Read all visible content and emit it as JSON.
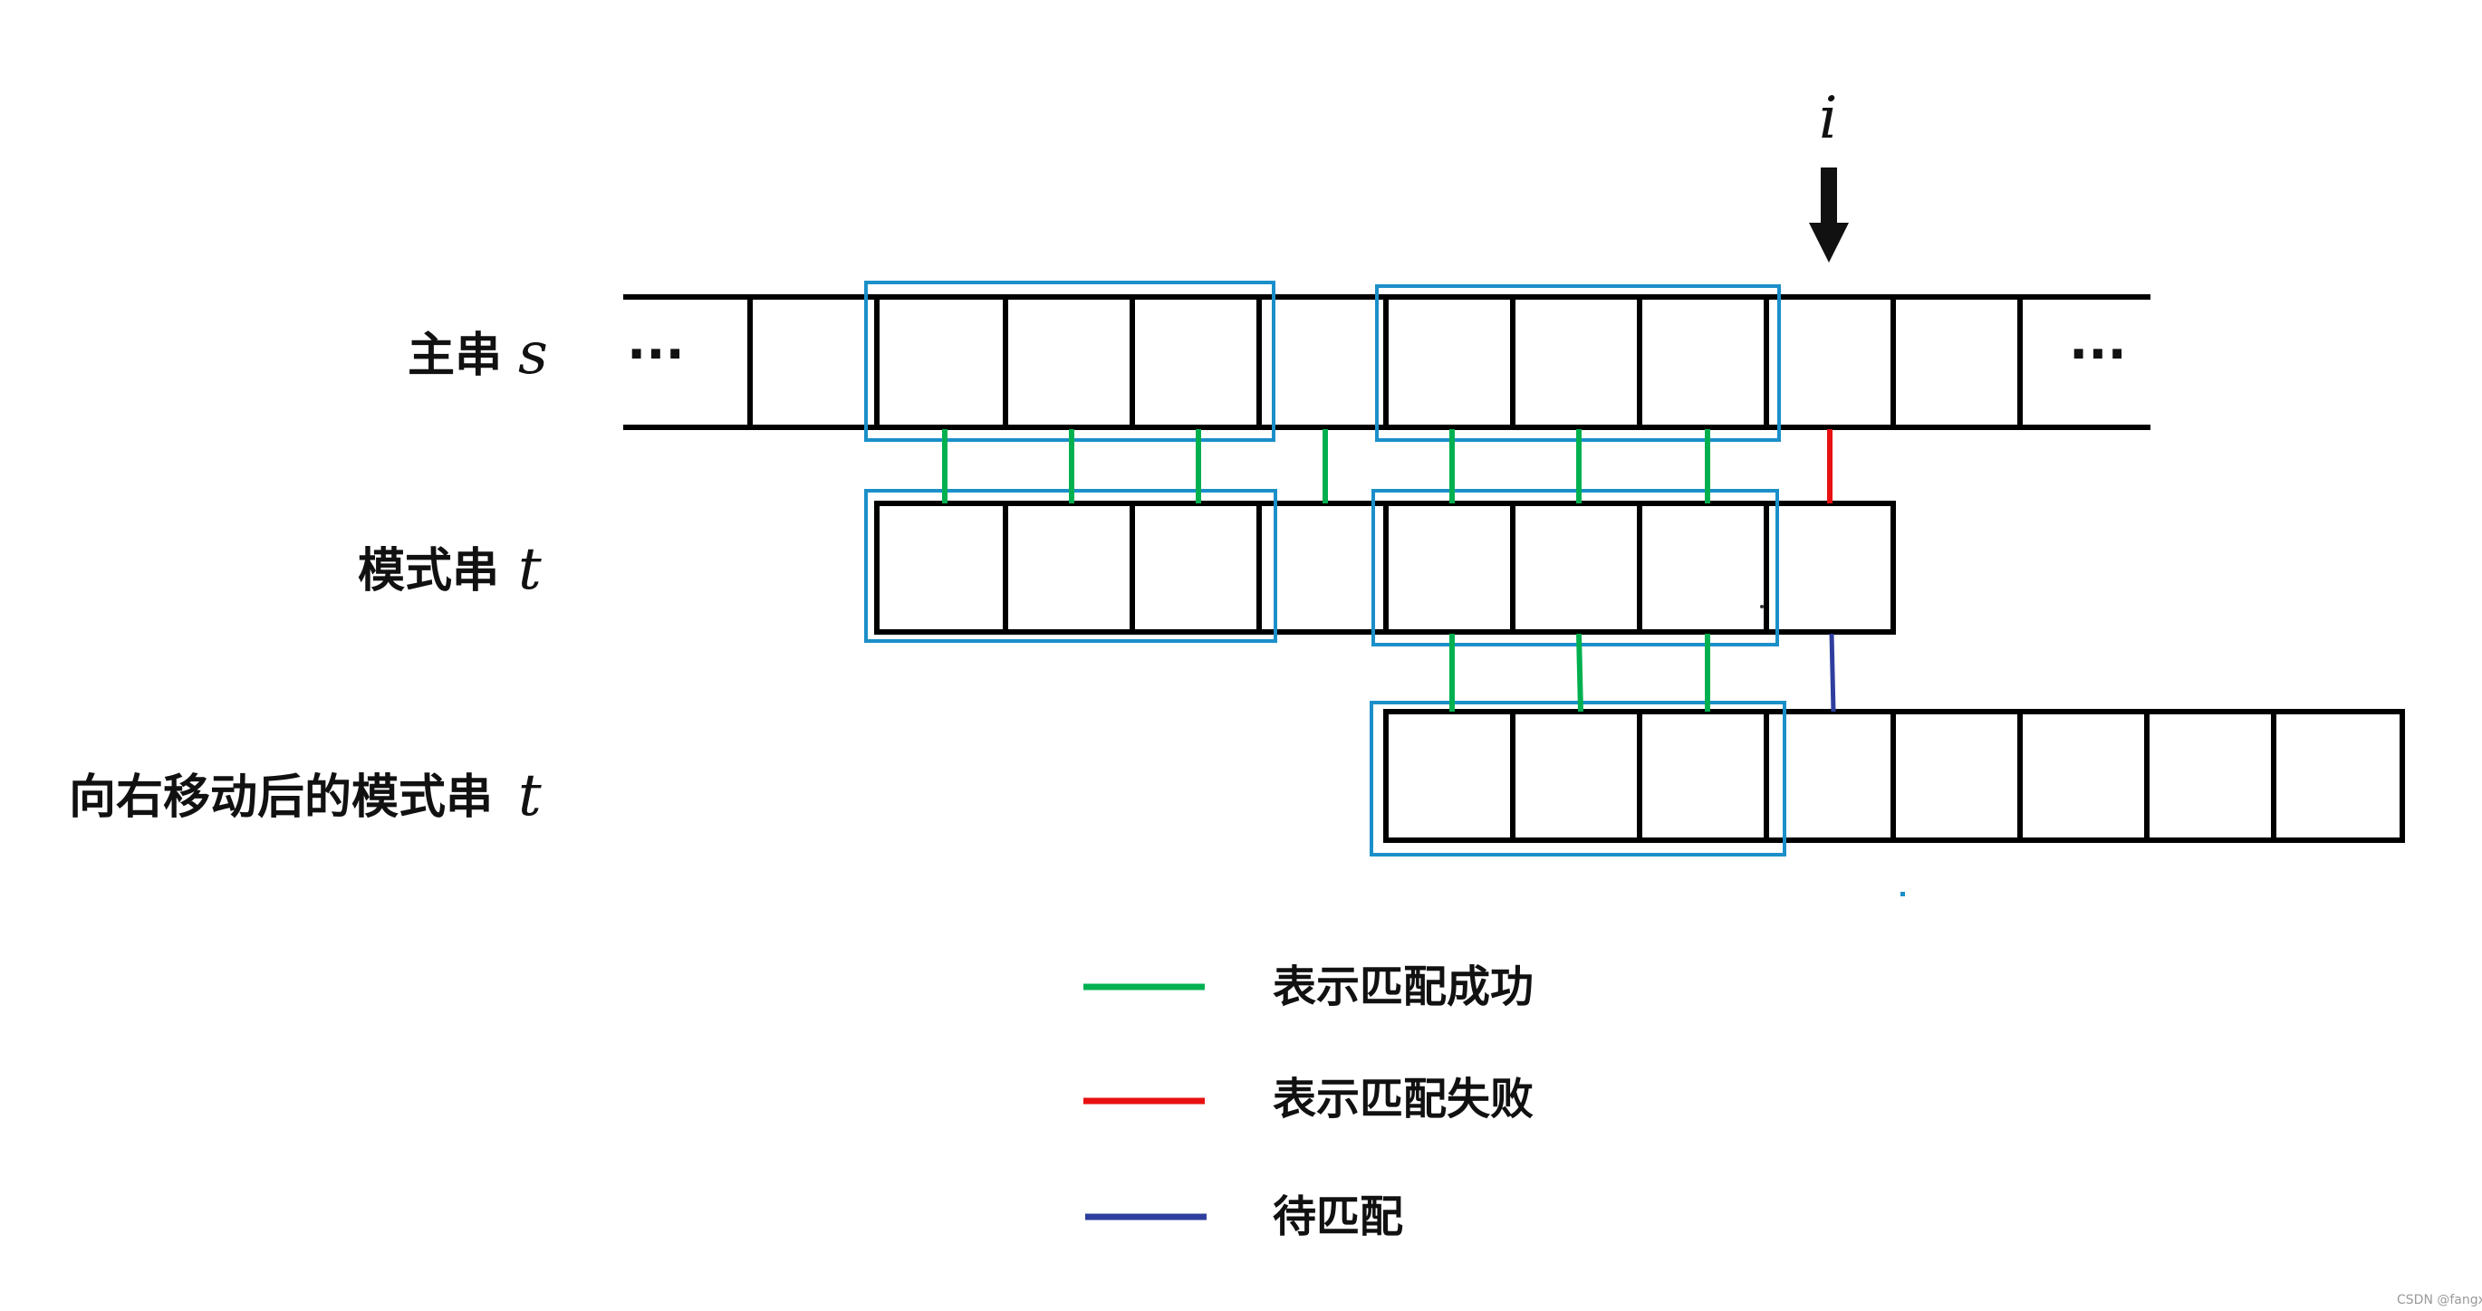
{
  "labels": {
    "main_string": "主串",
    "main_var": "s",
    "pattern": "模式串",
    "pattern_var": "t",
    "shifted_pattern": "向右移动后的模式串",
    "shifted_var": "t",
    "pointer_var": "i",
    "ellipsis_left": "···",
    "ellipsis_right": "···"
  },
  "legend": {
    "success": "表示匹配成功",
    "failure": "表示匹配失败",
    "pending": "待匹配"
  },
  "colors": {
    "success": "#00b050",
    "failure": "#e81010",
    "pending": "#2f3e9e",
    "highlight_box": "#1b8fc9",
    "cell_border": "#000000"
  },
  "watermark": "CSDN @fangxs"
}
